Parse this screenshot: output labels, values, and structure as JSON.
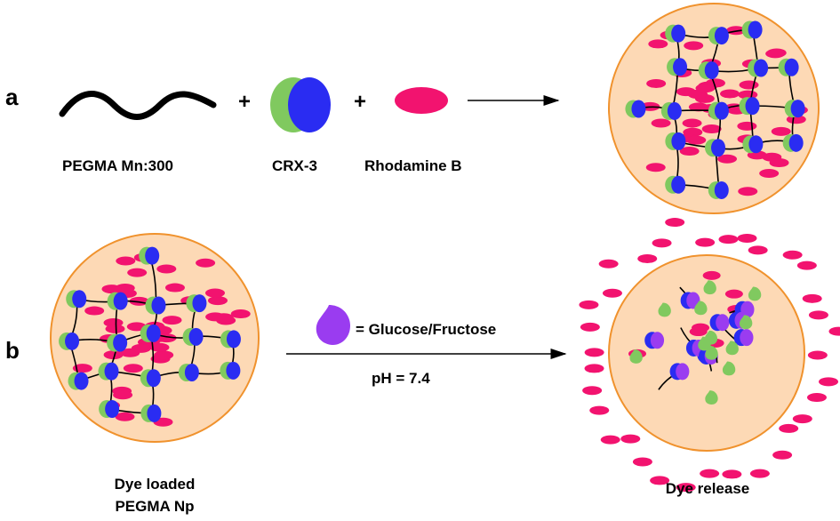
{
  "panels": {
    "a": {
      "letter": "a",
      "pegma_label": "PEGMA Mn:300",
      "crx_label": "CRX-3",
      "rhodamine_label": "Rhodamine B",
      "plus": "+"
    },
    "b": {
      "letter": "b",
      "legend_label": "= Glucose/Fructose",
      "condition": "pH = 7.4",
      "loaded_label_line1": "Dye loaded",
      "loaded_label_line2": "PEGMA Np",
      "release_label": "Dye release"
    }
  },
  "colors": {
    "particle_fill": "#fdd9b5",
    "particle_border": "#f0922d",
    "rhodamine": "#f2136f",
    "crx_blue": "#2a2cf2",
    "crx_green": "#80c95f",
    "sugar_purple": "#9a3cf0",
    "polymer": "#000000"
  },
  "icons": [
    "pegma-chain-icon",
    "crx3-icon",
    "rhodamine-icon",
    "sugar-icon",
    "arrow-icon"
  ]
}
